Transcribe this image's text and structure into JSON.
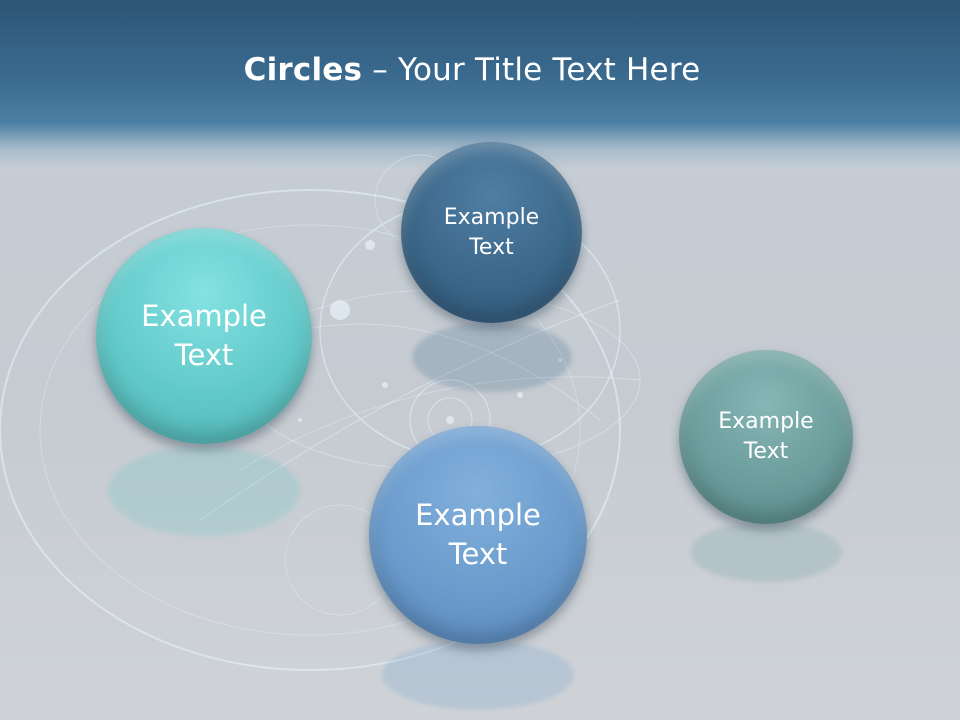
{
  "slide": {
    "title_bold": "Circles",
    "title_rest": " – Your Title Text Here"
  },
  "circles": [
    {
      "label": "Example\nText",
      "color": "#62c9c9"
    },
    {
      "label": "Example\nText",
      "color": "#3b6789"
    },
    {
      "label": "Example\nText",
      "color": "#6b9d9c"
    },
    {
      "label": "Example\nText",
      "color": "#6a9bcc"
    }
  ],
  "colors": {
    "header": "#2d5575",
    "background": "#c7ced6"
  }
}
